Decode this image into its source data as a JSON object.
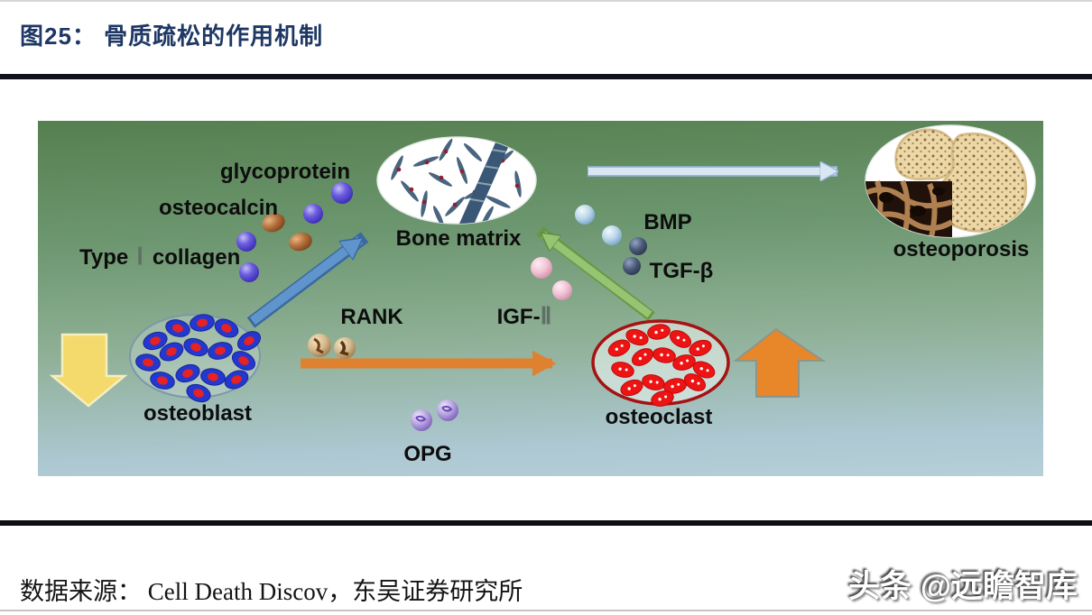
{
  "page": {
    "title": "图25： 骨质疏松的作用机制",
    "source_line": "数据来源： Cell Death Discov，东吴证券研究所",
    "watermark": "头条 @远瞻智库"
  },
  "diagram": {
    "labels": {
      "glycoprotein": "glycoprotein",
      "osteocalcin": "osteocalcin",
      "type_collagen_pre": "Type",
      "type_collagen_numeral": "Ⅰ",
      "type_collagen_post": "collagen",
      "bone_matrix": "Bone matrix",
      "bmp": "BMP",
      "tgf_beta": "TGF-β",
      "rank": "RANK",
      "igf_pre": "IGF-",
      "igf_numeral": "Ⅱ",
      "opg": "OPG",
      "osteoblast": "osteoblast",
      "osteoclast": "osteoclast",
      "osteoporosis": "osteoporosis"
    },
    "colors": {
      "title_text": "#1e3765",
      "panel_gradient_top": "#567f50",
      "panel_gradient_bottom": "#b6cfd8",
      "arrow_blue": "#5f95cc",
      "arrow_green": "#8fbd68",
      "arrow_orange": "#e0812f",
      "arrow_light_blue": "#d9e7f5",
      "block_arrow_yellow": "#f4da6d",
      "block_arrow_orange": "#e8872a",
      "osteoblast_cell": "#2438cf",
      "osteoblast_nucleus": "#e62222",
      "osteoclast_cell": "#ee1414",
      "osteoclast_outline": "#a51212",
      "bmp_molecule": "#a8cbe2",
      "tgf_molecule": "#45546e",
      "igf_molecule": "#f0b8cc",
      "opg_molecule": "#a890d8",
      "glycoprotein_molecule": "#5a48d8",
      "osteocalcin_molecule": "#b5713f",
      "rank_molecule": "#d4b98c"
    }
  }
}
